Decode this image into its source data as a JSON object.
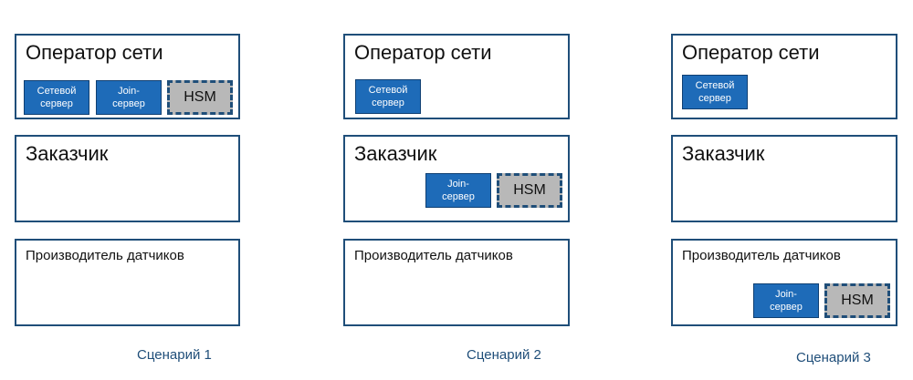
{
  "scenarios": [
    {
      "label": "Сценарий 1",
      "operator": {
        "title": "Оператор сети",
        "network_server": "Сетевой\nсервер",
        "join_server": "Join-\nсервер",
        "hsm": "HSM"
      },
      "customer": {
        "title": "Заказчик"
      },
      "manufacturer": {
        "title": "Производитель датчиков"
      }
    },
    {
      "label": "Сценарий 2",
      "operator": {
        "title": "Оператор сети",
        "network_server": "Сетевой\nсервер"
      },
      "customer": {
        "title": "Заказчик",
        "join_server": "Join-\nсервер",
        "hsm": "HSM"
      },
      "manufacturer": {
        "title": "Производитель датчиков"
      }
    },
    {
      "label": "Сценарий 3",
      "operator": {
        "title": "Оператор сети",
        "network_server": "Сетевой\nсервер"
      },
      "customer": {
        "title": "Заказчик"
      },
      "manufacturer": {
        "title": "Производитель датчиков",
        "join_server": "Join-\nсервер",
        "hsm": "HSM"
      }
    }
  ],
  "colors": {
    "border": "#1f4e79",
    "chip": "#1e6bb8",
    "hsm": "#b8b8b8",
    "label": "#1f4e79"
  }
}
